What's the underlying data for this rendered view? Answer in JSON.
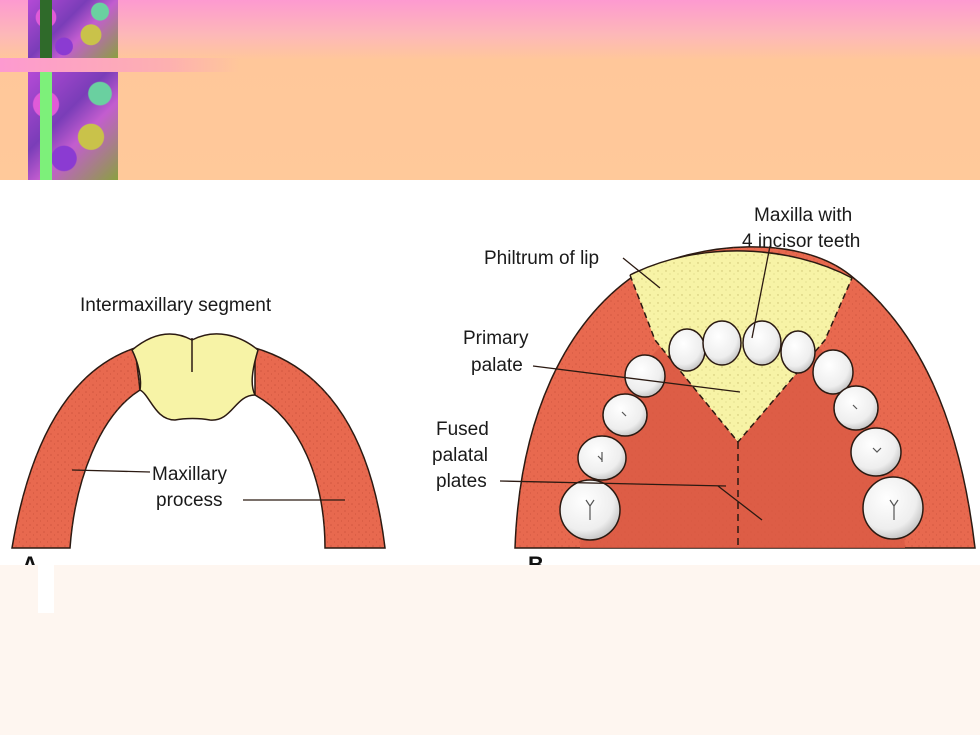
{
  "diagram": {
    "panel_a": {
      "letter": "A",
      "labels": {
        "intermaxillary": "Intermaxillary segment",
        "maxillary_1": "Maxillary",
        "maxillary_2": "process"
      }
    },
    "panel_b": {
      "letter": "B",
      "labels": {
        "maxilla_1": "Maxilla with",
        "maxilla_2": "4 incisor teeth",
        "philtrum": "Philtrum of lip",
        "primary_1": "Primary",
        "primary_2": "palate",
        "fused_1": "Fused",
        "fused_2": "palatal",
        "fused_3": "plates"
      }
    },
    "colors": {
      "tissue": "#e8694f",
      "palate_yellow": "#f7f3a6",
      "tooth": "#f4f4f4",
      "band": "#ffc99a",
      "band_top": "#fd9ad0"
    }
  }
}
